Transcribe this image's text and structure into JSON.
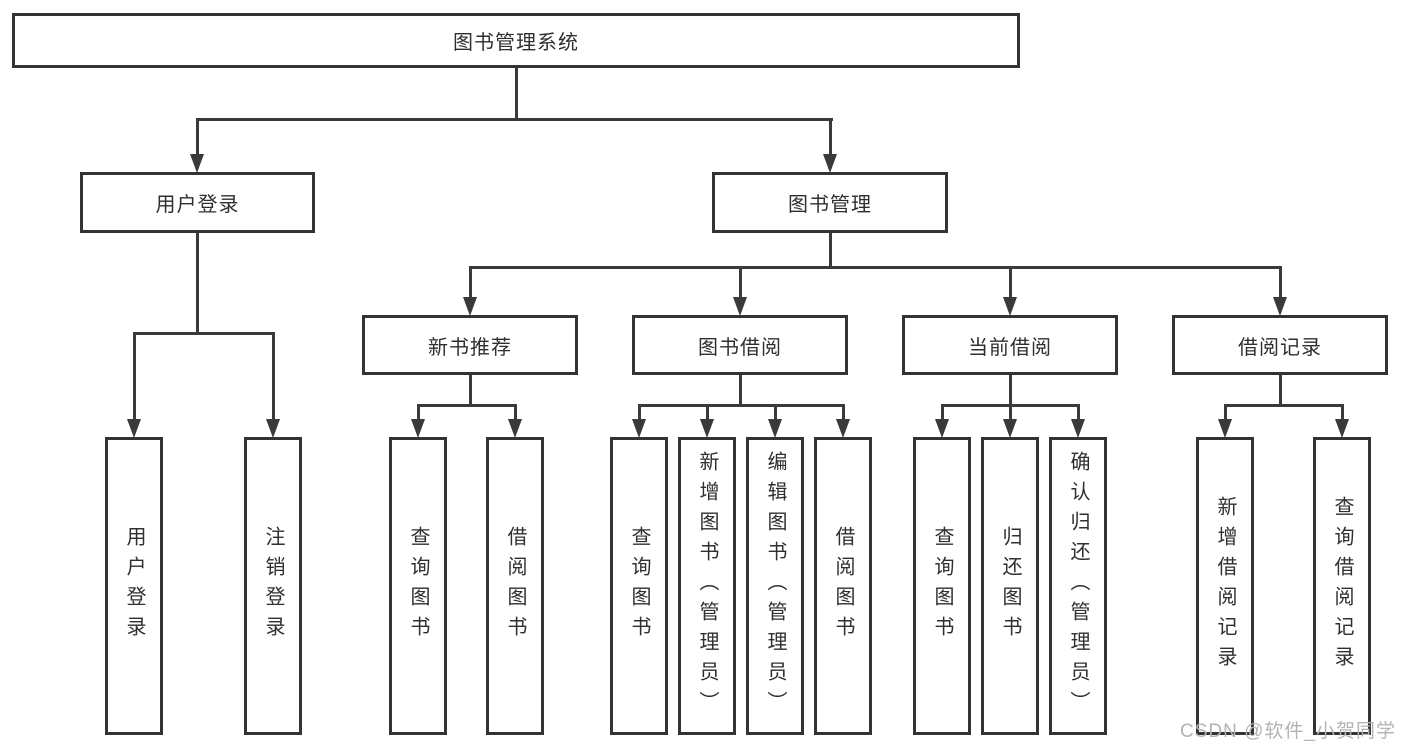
{
  "colors": {
    "line": "#3a3a3a",
    "box_border": "#333333",
    "box_fill": "#ffffff",
    "text": "#2f2f2f",
    "watermark": "#b3b3b3",
    "background": "#ffffff"
  },
  "diagram": {
    "type": "hierarchy-tree",
    "root": {
      "label": "图书管理系统"
    },
    "branches": [
      {
        "label": "用户登录",
        "leaves": [
          "用户登录",
          "注销登录"
        ]
      },
      {
        "label": "图书管理",
        "sections": [
          {
            "label": "新书推荐",
            "leaves": [
              "查询图书",
              "借阅图书"
            ]
          },
          {
            "label": "图书借阅",
            "leaves": [
              "查询图书",
              "新增图书（管理员）",
              "编辑图书（管理员）",
              "借阅图书"
            ]
          },
          {
            "label": "当前借阅",
            "leaves": [
              "查询图书",
              "归还图书",
              "确认归还（管理员）"
            ]
          },
          {
            "label": "借阅记录",
            "leaves": [
              "新增借阅记录",
              "查询借阅记录"
            ]
          }
        ]
      }
    ]
  },
  "watermark": {
    "text": "CSDN @软件_小贺同学"
  }
}
